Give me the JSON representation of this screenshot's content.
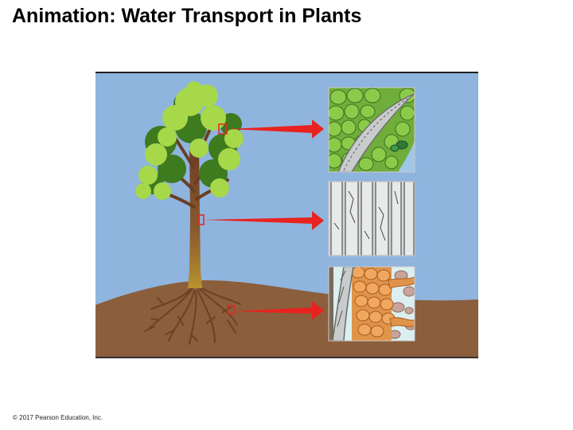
{
  "slide": {
    "title": "Animation: Water Transport in Plants",
    "copyright": "© 2017 Pearson Education, Inc."
  },
  "figure": {
    "panels": [
      {
        "name": "leaf-cells-panel",
        "depicts": "leaf mesophyll cells with vein"
      },
      {
        "name": "xylem-vessels-panel",
        "depicts": "stem xylem vessels"
      },
      {
        "name": "root-tissue-panel",
        "depicts": "root cells and root hairs in soil"
      }
    ],
    "colors": {
      "sky": "#8FB4DE",
      "soil": "#8B5E3C",
      "trunk": "#7A4A2A",
      "foliage_light": "#A6D84A",
      "foliage_dark": "#3E7A1E",
      "arrow": "#E8231F",
      "marker": "#E8231F"
    }
  }
}
